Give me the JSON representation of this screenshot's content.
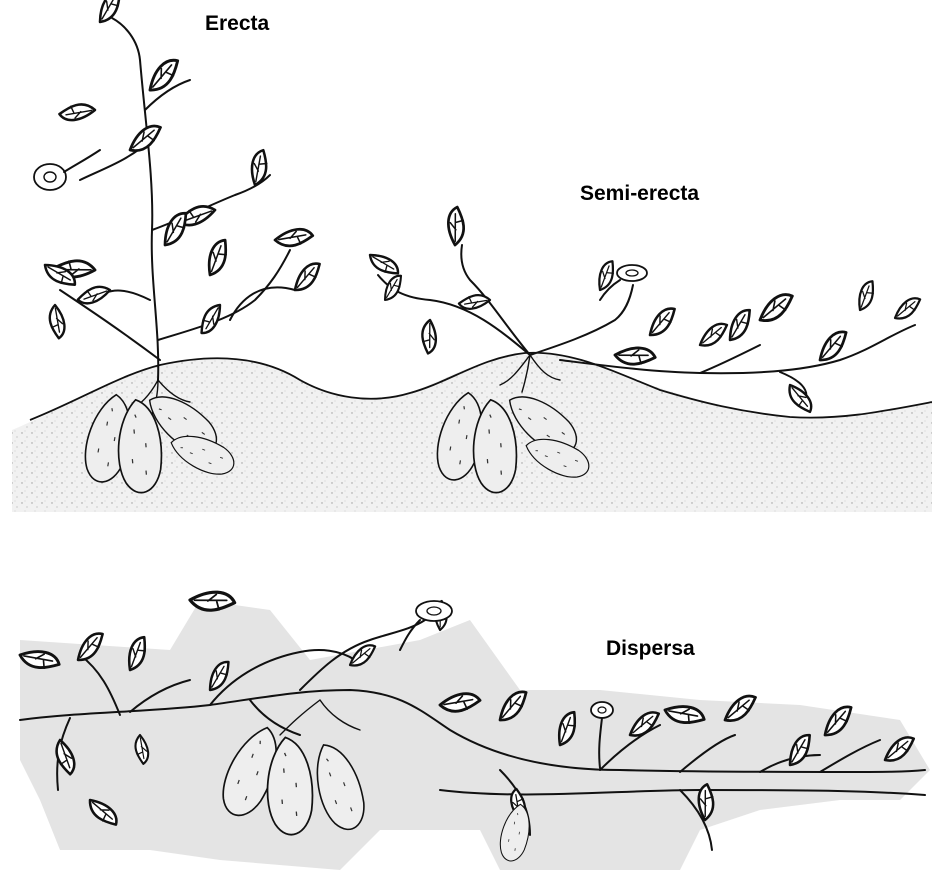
{
  "labels": {
    "erecta": "Erecta",
    "semi_erecta": "Semi-erecta",
    "dispersa": "Dispersa"
  },
  "colors": {
    "ink": "#111111",
    "soil": "#e6e6e6",
    "tuber_fill": "#eeeeee",
    "shadow": "#d9d9d9"
  }
}
